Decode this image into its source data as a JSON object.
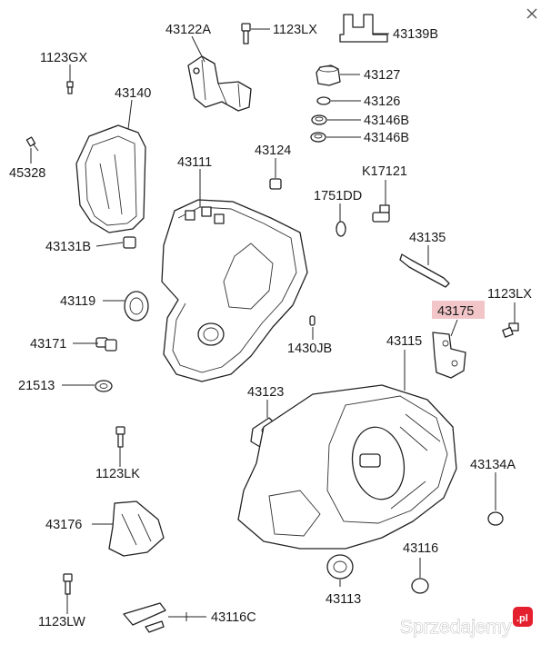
{
  "parts": {
    "p43122A": "43122A",
    "p1123LX_top": "1123LX",
    "p43139B": "43139B",
    "p1123GX": "1123GX",
    "p43140": "43140",
    "p43127": "43127",
    "p43126": "43126",
    "p43146B_1": "43146B",
    "p43146B_2": "43146B",
    "p45328": "45328",
    "p43124": "43124",
    "p43111": "43111",
    "pK17121": "K17121",
    "p1751DD": "1751DD",
    "p43131B": "43131B",
    "p43135": "43135",
    "p43119": "43119",
    "p1123LX_right": "1123LX",
    "p43175": "43175",
    "p43171": "43171",
    "p1430JB": "1430JB",
    "p43115": "43115",
    "p21513": "21513",
    "p43123": "43123",
    "p1123LK": "1123LK",
    "p43134A": "43134A",
    "p43176": "43176",
    "p43116": "43116",
    "p1123LW": "1123LW",
    "p43116C": "43116C",
    "p43113": "43113"
  },
  "watermark": {
    "text": "Sprzedajemy",
    "suffix": ".pl"
  },
  "colors": {
    "highlight": "#f2c6c8",
    "line": "#222222",
    "watermark_badge": "#e5202e"
  }
}
